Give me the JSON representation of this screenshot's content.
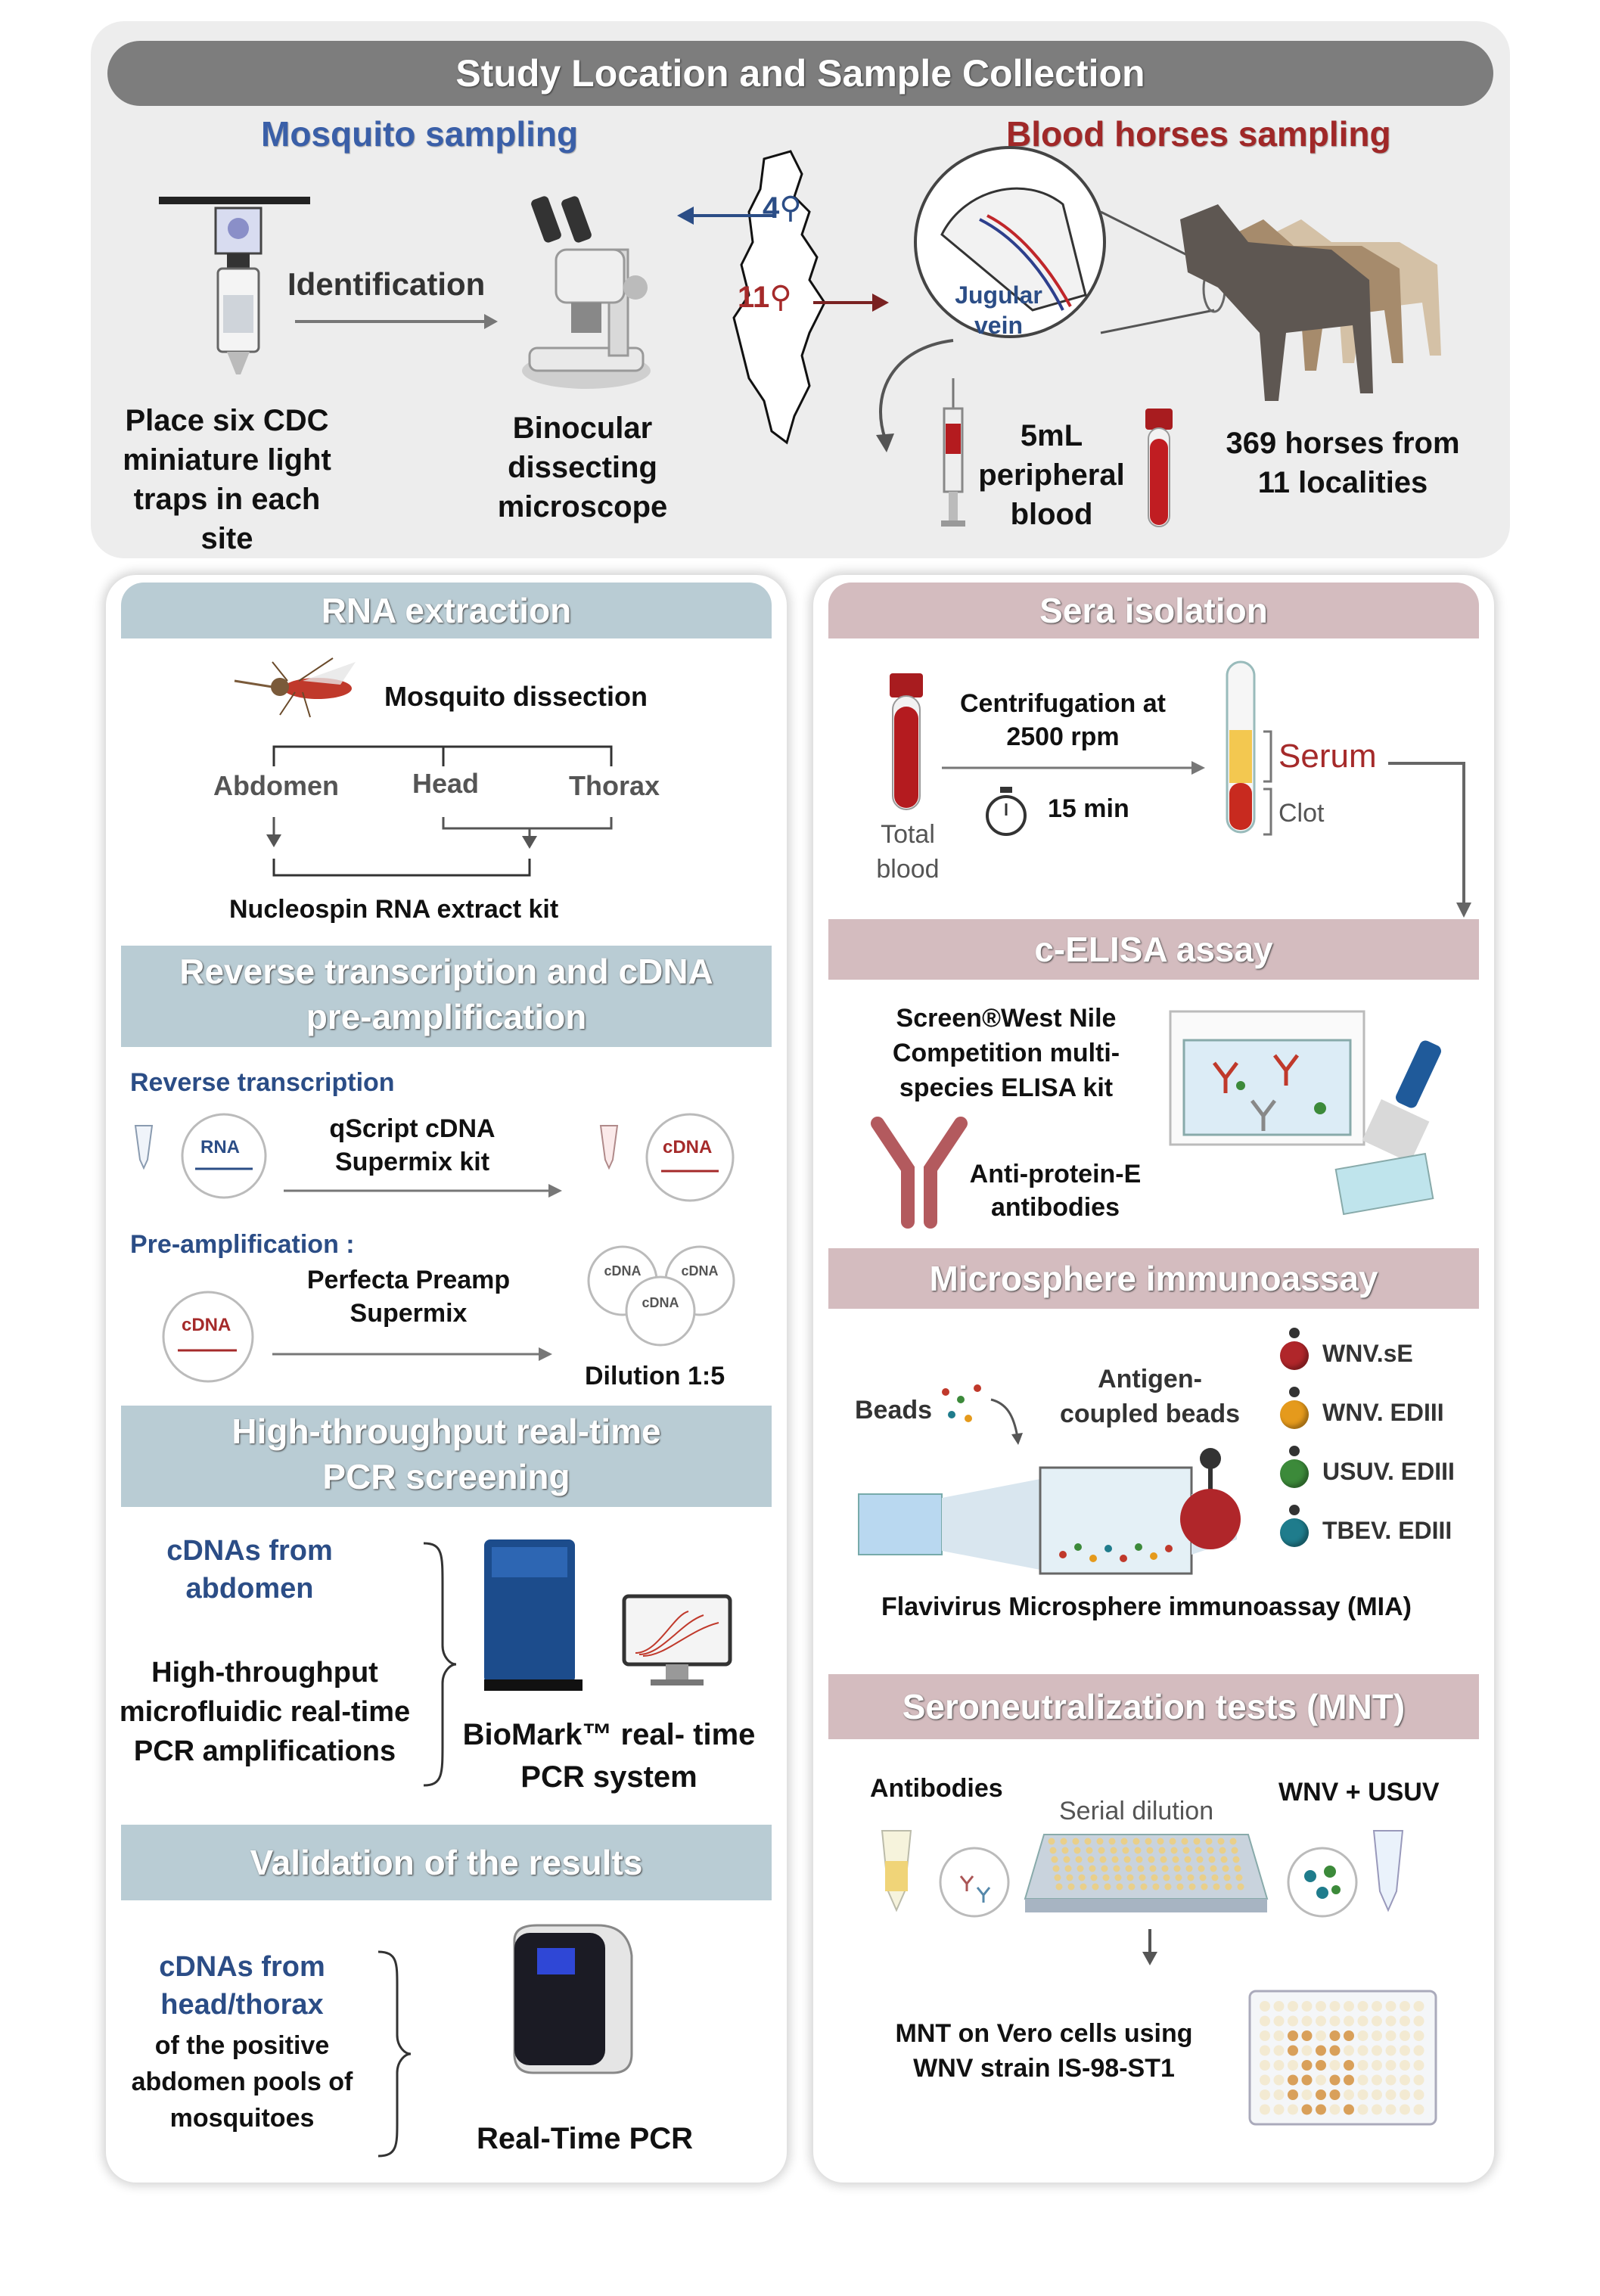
{
  "top": {
    "title": "Study Location and Sample Collection",
    "mosquito_title": "Mosquito sampling",
    "horse_title": "Blood horses sampling",
    "identification": "Identification",
    "traps": "Place six CDC miniature light traps in each site",
    "microscope": "Binocular dissecting microscope",
    "map_label_top": "4",
    "map_label_bottom": "11",
    "jugular": "Jugular vein",
    "blood_volume": "5mL peripheral blood",
    "horses": "369 horses from 11 localities"
  },
  "rna": {
    "title": "RNA extraction",
    "dissection": "Mosquito dissection",
    "abdomen": "Abdomen",
    "head": "Head",
    "thorax": "Thorax",
    "kit": "Nucleospin RNA  extract kit"
  },
  "rt": {
    "title_line1": "Reverse transcription and cDNA",
    "title_line2": "pre-amplification",
    "rt_label": "Reverse transcription",
    "rt_kit": "qScript cDNA Supermix kit",
    "rna_tag": "RNA",
    "cdna_tag": "cDNA",
    "preamp_label": "Pre-amplification :",
    "preamp_kit": "Perfecta Preamp Supermix",
    "dilution": "Dilution 1:5"
  },
  "ht": {
    "title_line1": "High-throughput real-time",
    "title_line2": "PCR screening",
    "cdnas": "cDNAs from abdomen",
    "desc": "High-throughput microfluidic real-time PCR amplifications",
    "system": "BioMark™ real- time PCR system"
  },
  "val": {
    "title": "Validation of the results",
    "cdnas": "cDNAs from head/thorax",
    "desc": "of the positive abdomen pools of mosquitoes",
    "pcr": "Real-Time PCR"
  },
  "sera": {
    "title": "Sera isolation",
    "centrifugation": "Centrifugation at 2500 rpm",
    "time": "15 min",
    "total_blood": "Total blood",
    "serum": "Serum",
    "clot": "Clot"
  },
  "elisa": {
    "title": "c-ELISA assay",
    "kit_line1": "Screen®West Nile",
    "kit_line2": "Competition multi-",
    "kit_line3": "species ELISA kit",
    "antibodies": "Anti-protein-E antibodies"
  },
  "mia": {
    "title": "Microsphere immunoassay",
    "beads": "Beads",
    "antigen": "Antigen-coupled beads",
    "legend": [
      {
        "label": "WNV.sE",
        "color": "#b0262a"
      },
      {
        "label": "WNV. EDIII",
        "color": "#e59a1c"
      },
      {
        "label": "USUV. EDIII",
        "color": "#3c8a3a"
      },
      {
        "label": "TBEV. EDIII",
        "color": "#1f7c8c"
      }
    ],
    "footer": "Flavivirus Microsphere immunoassay (MIA)"
  },
  "mnt": {
    "title": "Seroneutralization tests (MNT)",
    "antibodies": "Antibodies",
    "serial": "Serial dilution",
    "virus": "WNV + USUV",
    "desc": "MNT on Vero cells using WNV strain IS-98-ST1"
  }
}
